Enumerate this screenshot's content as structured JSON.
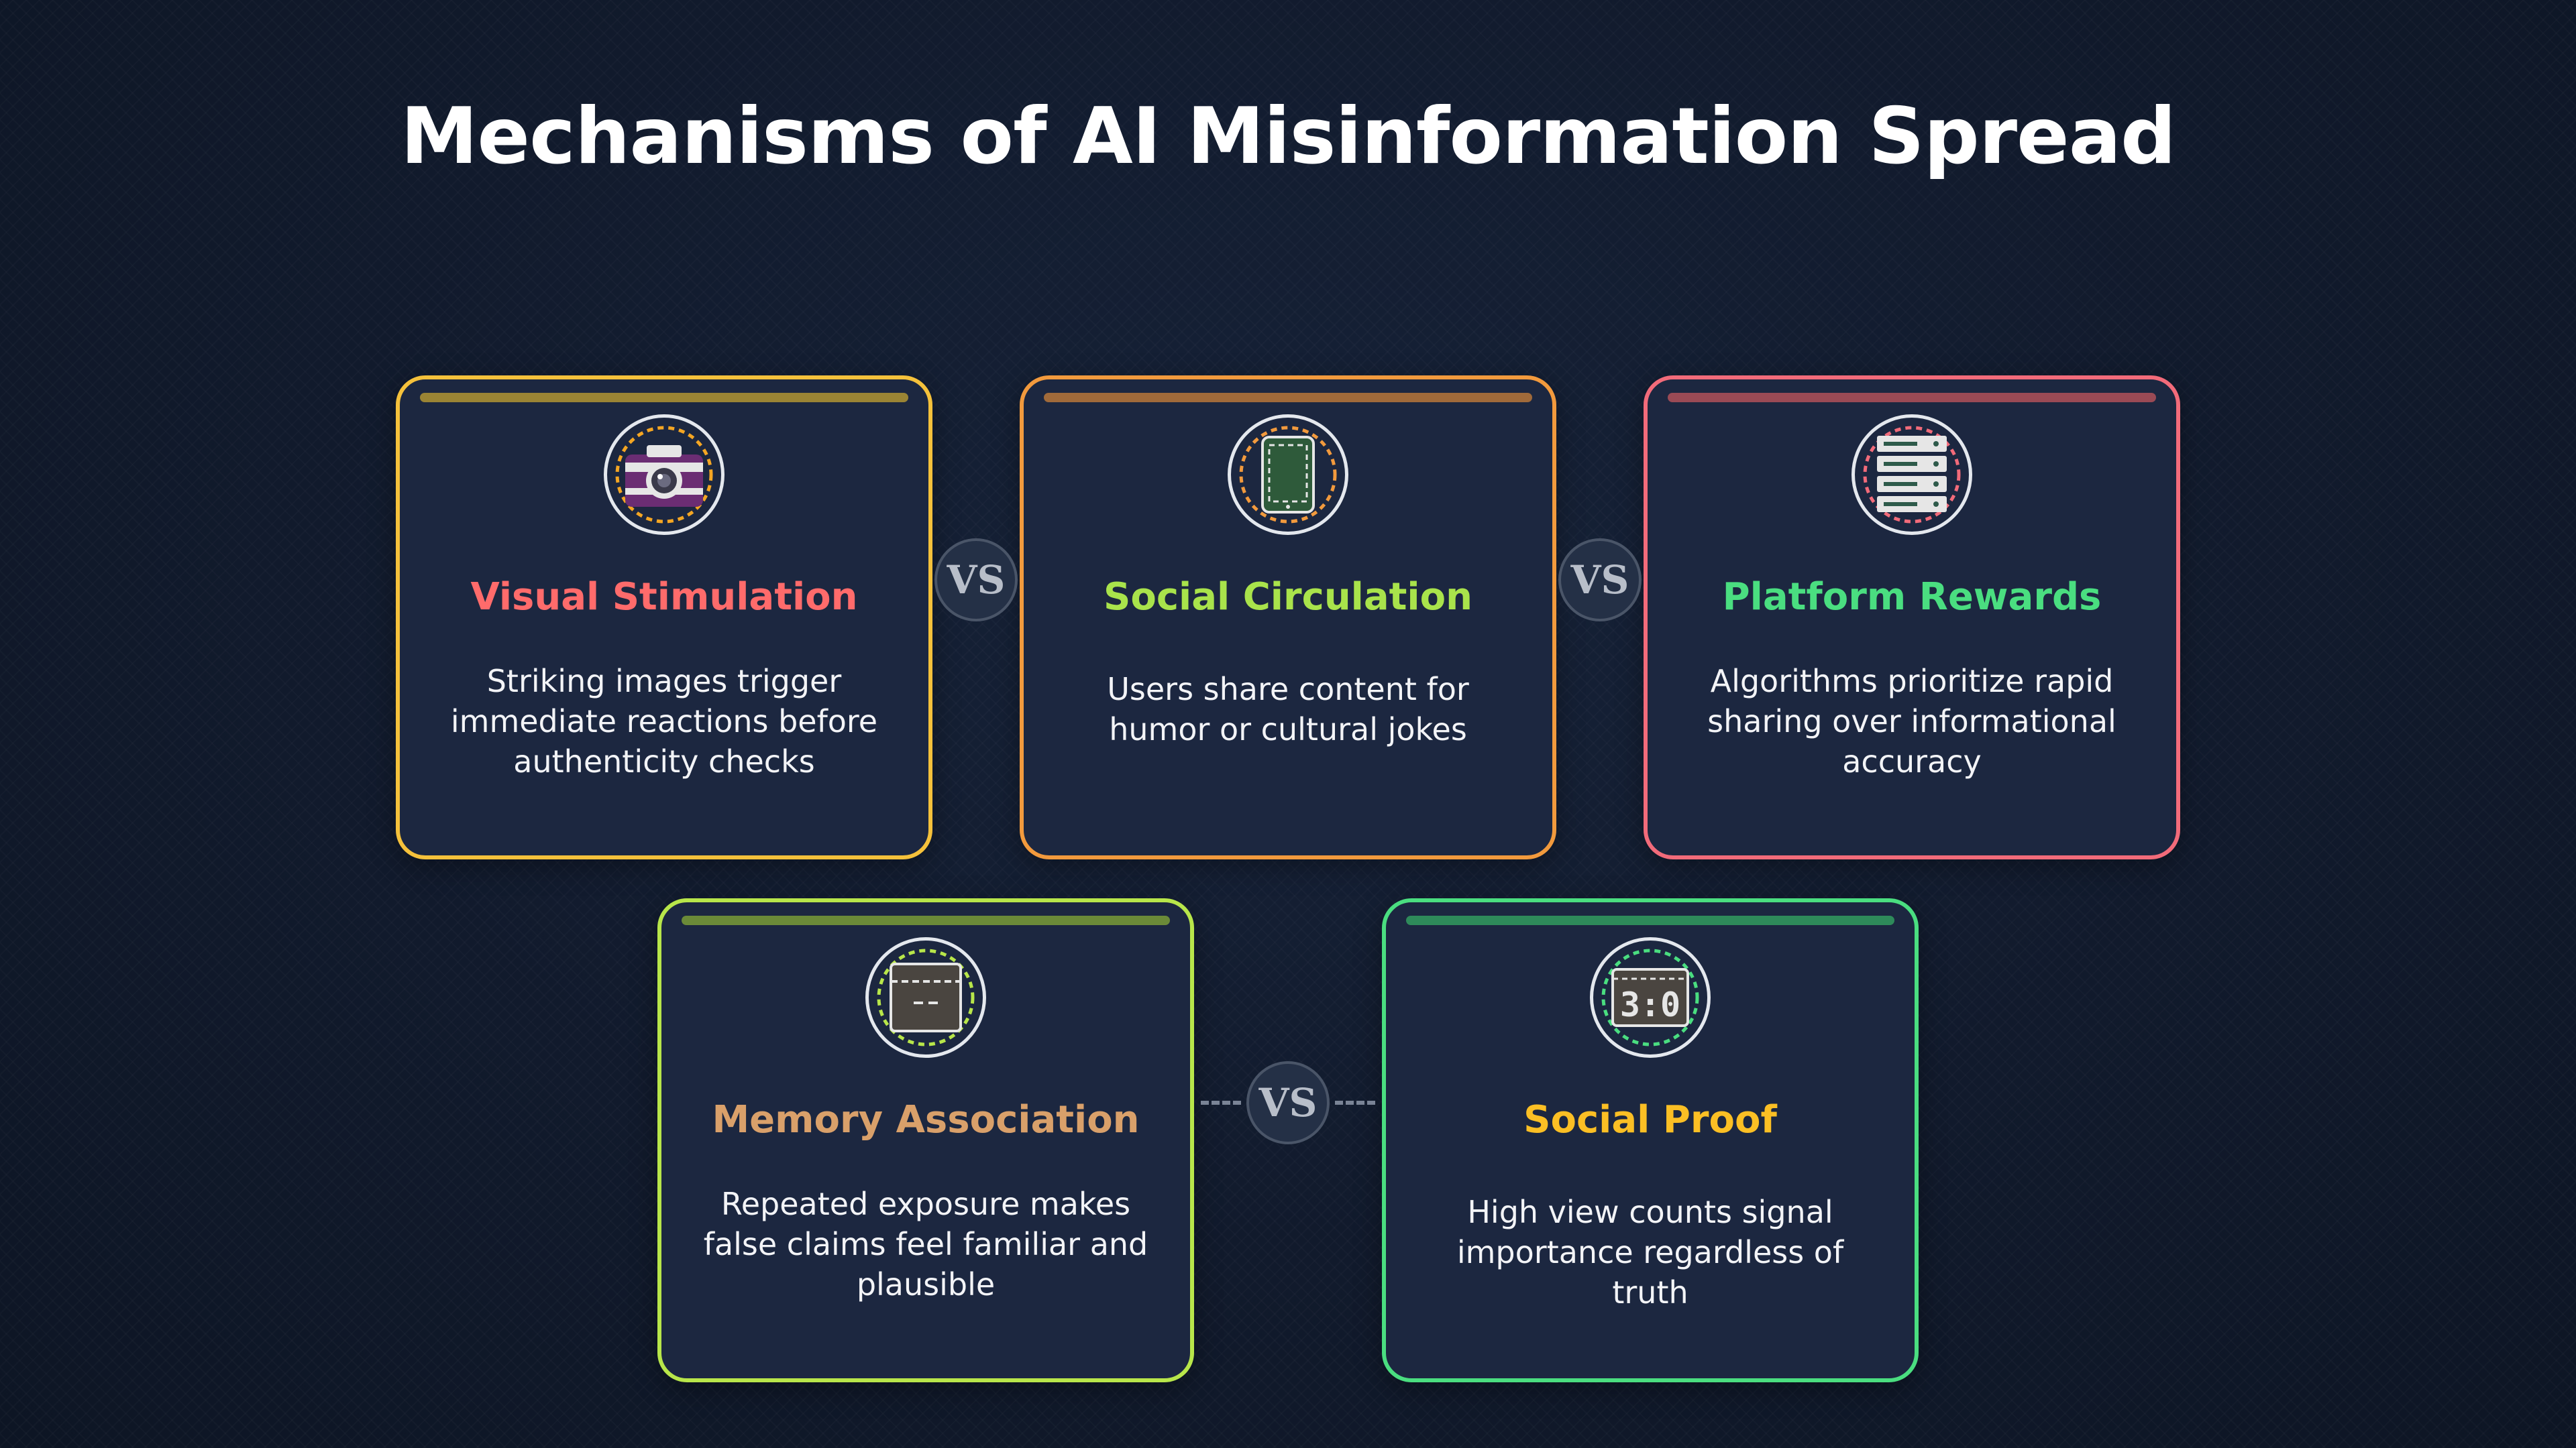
{
  "title": "Mechanisms of AI Misinformation Spread",
  "vs_label": "VS",
  "cards": [
    {
      "title": "Visual Stimulation",
      "description": "Striking images trigger immediate reactions before authenticity checks",
      "border_color": "#f5c13b",
      "bar_color": "#9a8434",
      "title_color": "#ff6b6b",
      "icon": "camera-icon"
    },
    {
      "title": "Social Circulation",
      "description": "Users share content for humor or cultural jokes",
      "border_color": "#f29a3d",
      "bar_color": "#a06a3a",
      "title_color": "#a9e34b",
      "icon": "smartphone-icon"
    },
    {
      "title": "Platform Rewards",
      "description": "Algorithms prioritize rapid sharing over informational accuracy",
      "border_color": "#f26b7a",
      "bar_color": "#9a4a55",
      "title_color": "#4ade80",
      "icon": "server-icon"
    },
    {
      "title": "Memory Association",
      "description": "Repeated exposure makes false claims feel familiar and plausible",
      "border_color": "#b8e64a",
      "bar_color": "#6b8a38",
      "title_color": "#d9a06a",
      "icon": "calendar-icon"
    },
    {
      "title": "Social Proof",
      "description": "High view counts signal importance regardless of truth",
      "border_color": "#4ade80",
      "bar_color": "#2e8a5a",
      "title_color": "#fbbf24",
      "icon": "scoreboard-icon",
      "icon_text": "3:0"
    }
  ]
}
